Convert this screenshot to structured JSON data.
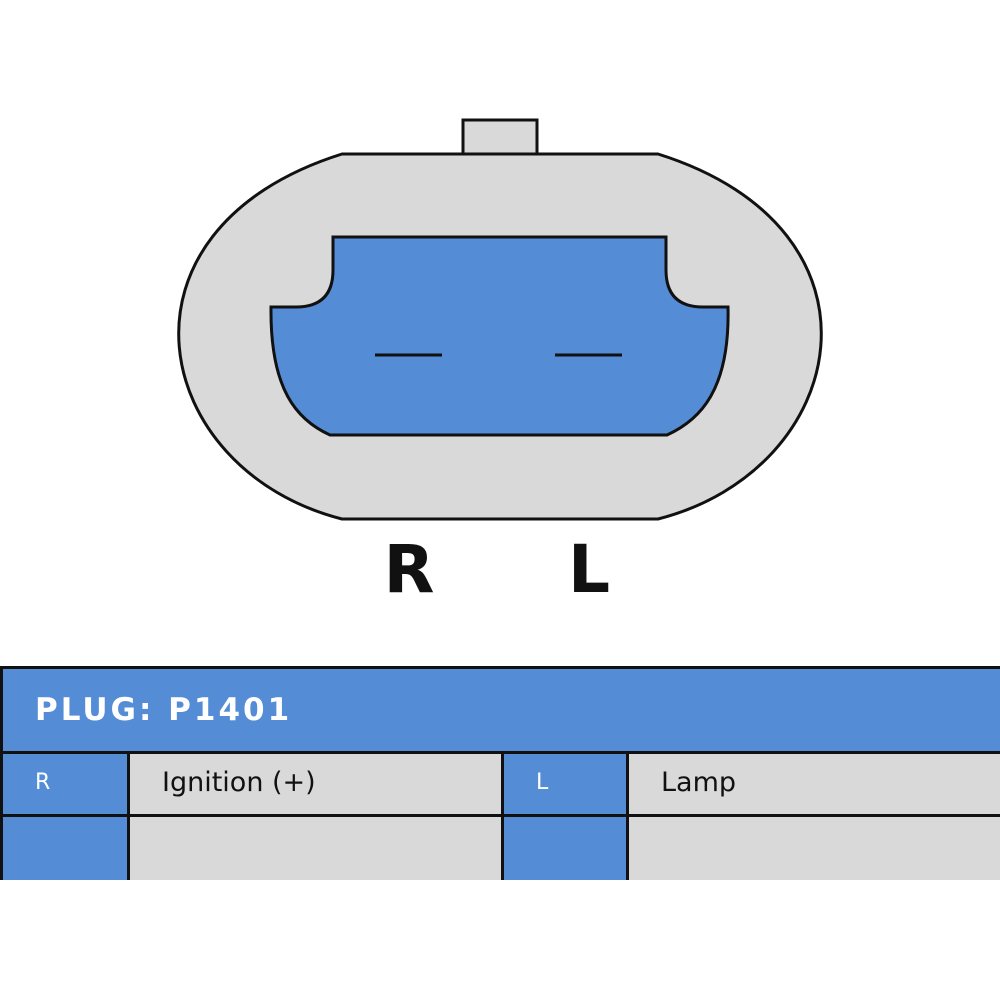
{
  "diagram": {
    "pins": [
      {
        "label": "R"
      },
      {
        "label": "L"
      }
    ]
  },
  "plug": {
    "title": "PLUG: P1401",
    "rows": [
      {
        "code_left": "R",
        "desc_left": "Ignition (+)",
        "code_right": "L",
        "desc_right": "Lamp"
      },
      {
        "code_left": "",
        "desc_left": "",
        "code_right": "",
        "desc_right": ""
      }
    ]
  },
  "colors": {
    "blue": "#548dd5",
    "grey": "#d9d9d9",
    "outline": "#111111"
  }
}
